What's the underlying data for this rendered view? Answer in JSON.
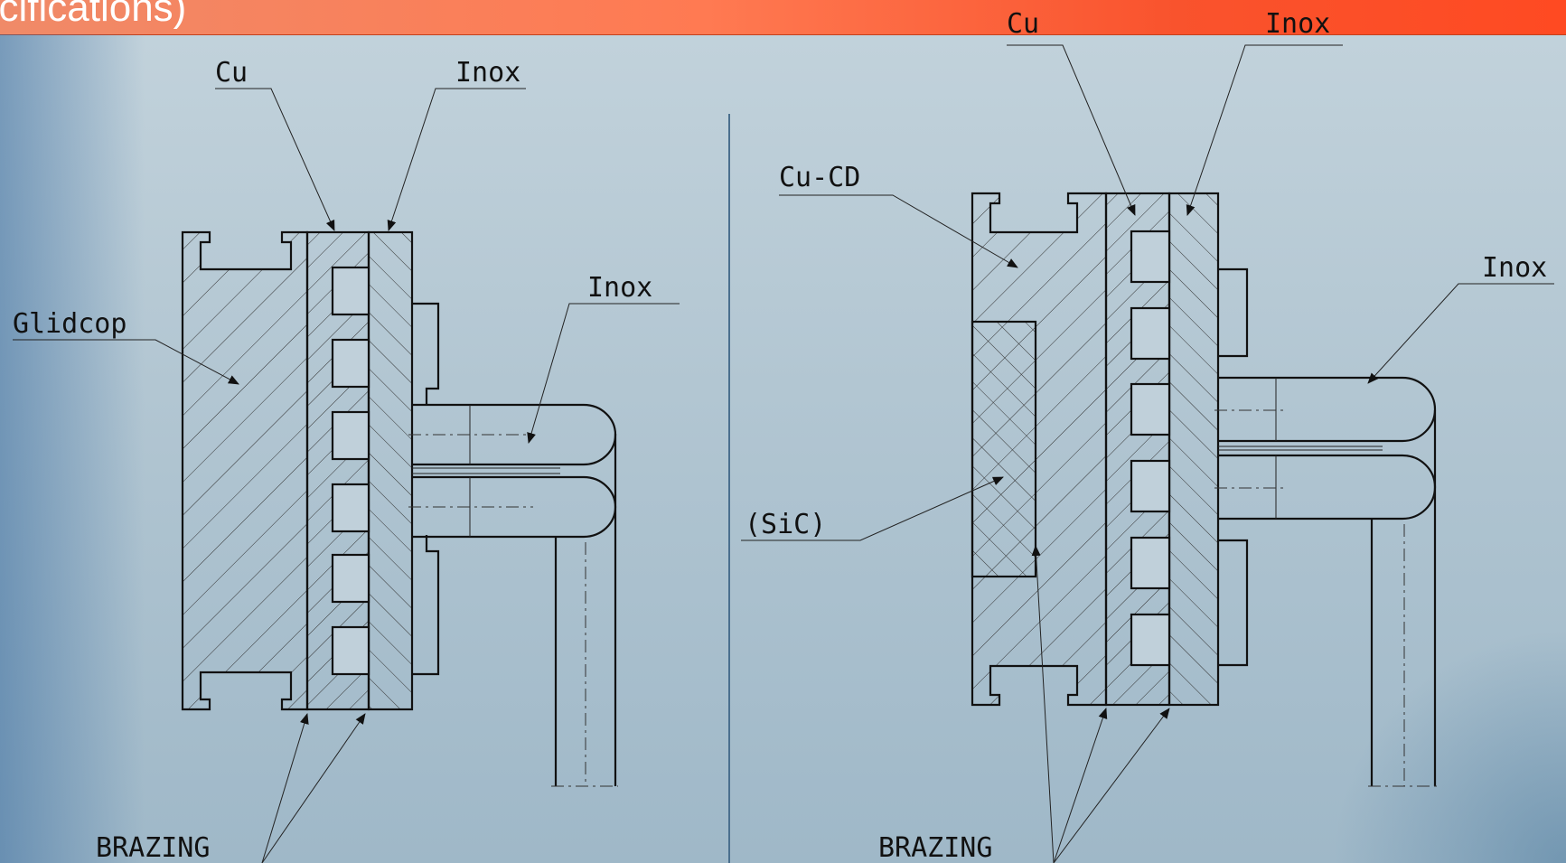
{
  "banner": {
    "title": "ecifications)",
    "color": "#ff6a40"
  },
  "left": {
    "labels": {
      "cu": "Cu",
      "inox_top": "Inox",
      "glidcop": "Glidcop",
      "inox_pipe": "Inox",
      "brazing": "BRAZING"
    }
  },
  "right": {
    "labels": {
      "cu": "Cu",
      "inox_top": "Inox",
      "cucd": "Cu-CD",
      "inox_pipe": "Inox",
      "sic": "(SiC)",
      "brazing": "BRAZING"
    }
  }
}
